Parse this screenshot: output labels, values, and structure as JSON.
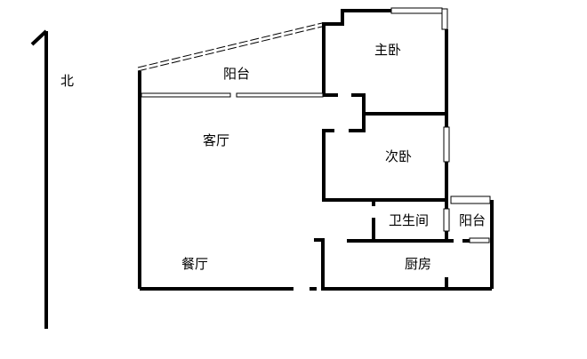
{
  "compass": {
    "north": "北"
  },
  "rooms": {
    "balcony_main": "阳台",
    "living_room": "客厅",
    "master_bedroom": "主卧",
    "second_bedroom": "次卧",
    "bathroom": "卫生间",
    "balcony_small": "阳台",
    "dining_room": "餐厅",
    "kitchen": "厨房"
  },
  "colors": {
    "wall": "#000000",
    "background": "#ffffff"
  }
}
